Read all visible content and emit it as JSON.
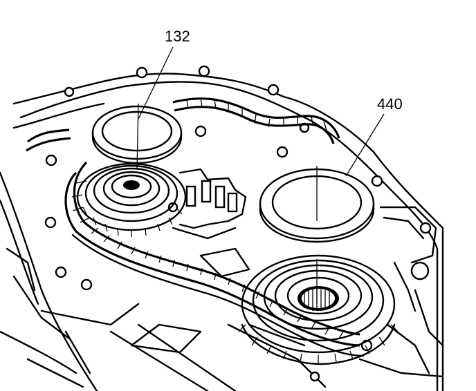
{
  "callouts": [
    {
      "id": "132",
      "label": "132"
    },
    {
      "id": "440",
      "label": "440"
    }
  ],
  "colors": {
    "ink": "#000000",
    "paper": "#ffffff"
  }
}
